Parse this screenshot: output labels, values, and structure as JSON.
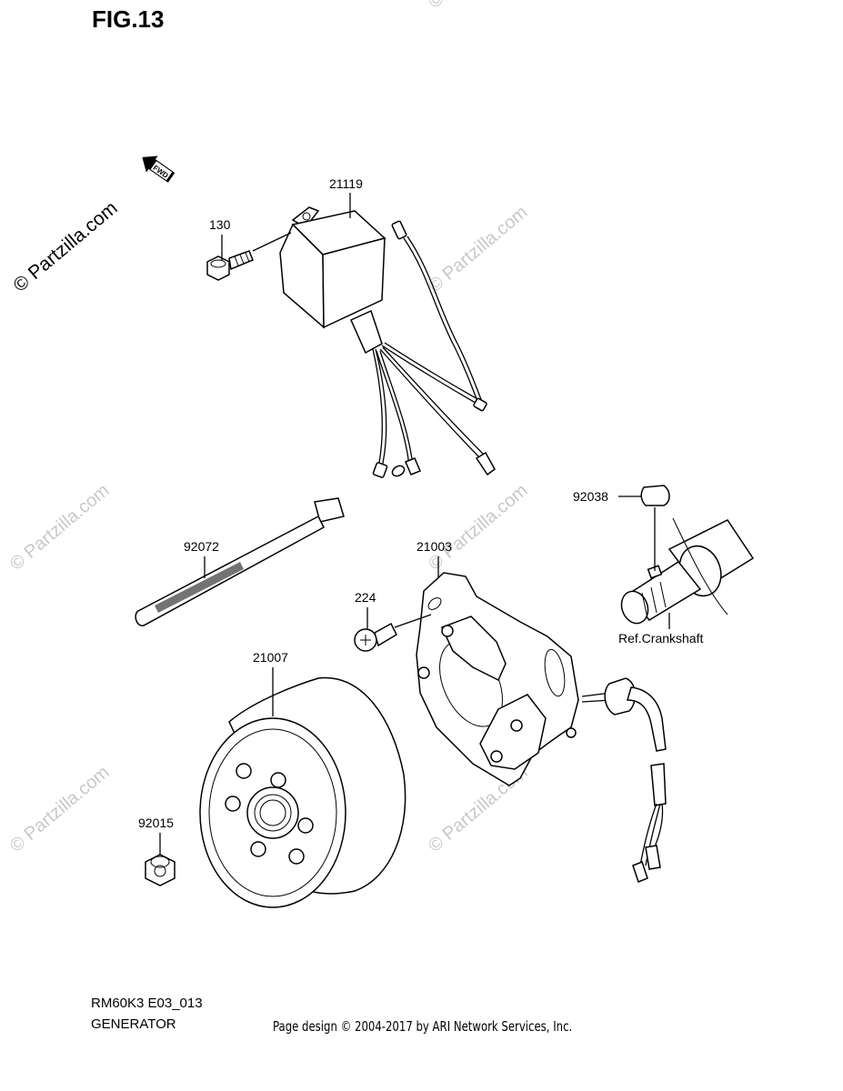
{
  "figure": {
    "title": "FIG.13",
    "fwd_label": "FWD",
    "watermark": "© Partzilla.com"
  },
  "parts": [
    {
      "id": "p21119",
      "number": "21119"
    },
    {
      "id": "p130",
      "number": "130"
    },
    {
      "id": "p92072",
      "number": "92072"
    },
    {
      "id": "p21003",
      "number": "21003"
    },
    {
      "id": "p224",
      "number": "224"
    },
    {
      "id": "p92038",
      "number": "92038"
    },
    {
      "id": "p21007",
      "number": "21007"
    },
    {
      "id": "p92015",
      "number": "92015"
    }
  ],
  "reference": {
    "label": "Ref.Crankshaft"
  },
  "footer": {
    "model_code": "RM60K3 E03_013",
    "section_name": "GENERATOR",
    "credit": "Page design © 2004-2017 by ARI Network Services, Inc."
  }
}
